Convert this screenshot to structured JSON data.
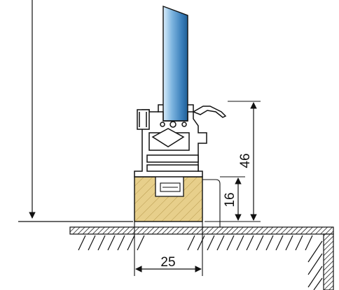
{
  "drawing": {
    "dimensions": {
      "overall_height": "46",
      "base_height": "16",
      "base_width": "25"
    },
    "colors": {
      "glass_light": "#dbeefb",
      "glass_mid": "#6fa8d6",
      "glass_dark": "#1f5f96",
      "profile_fill": "#ffffff",
      "line": "#1a1a1a",
      "wood_fill": "#e7cf8b",
      "hatch": "#333333"
    }
  }
}
